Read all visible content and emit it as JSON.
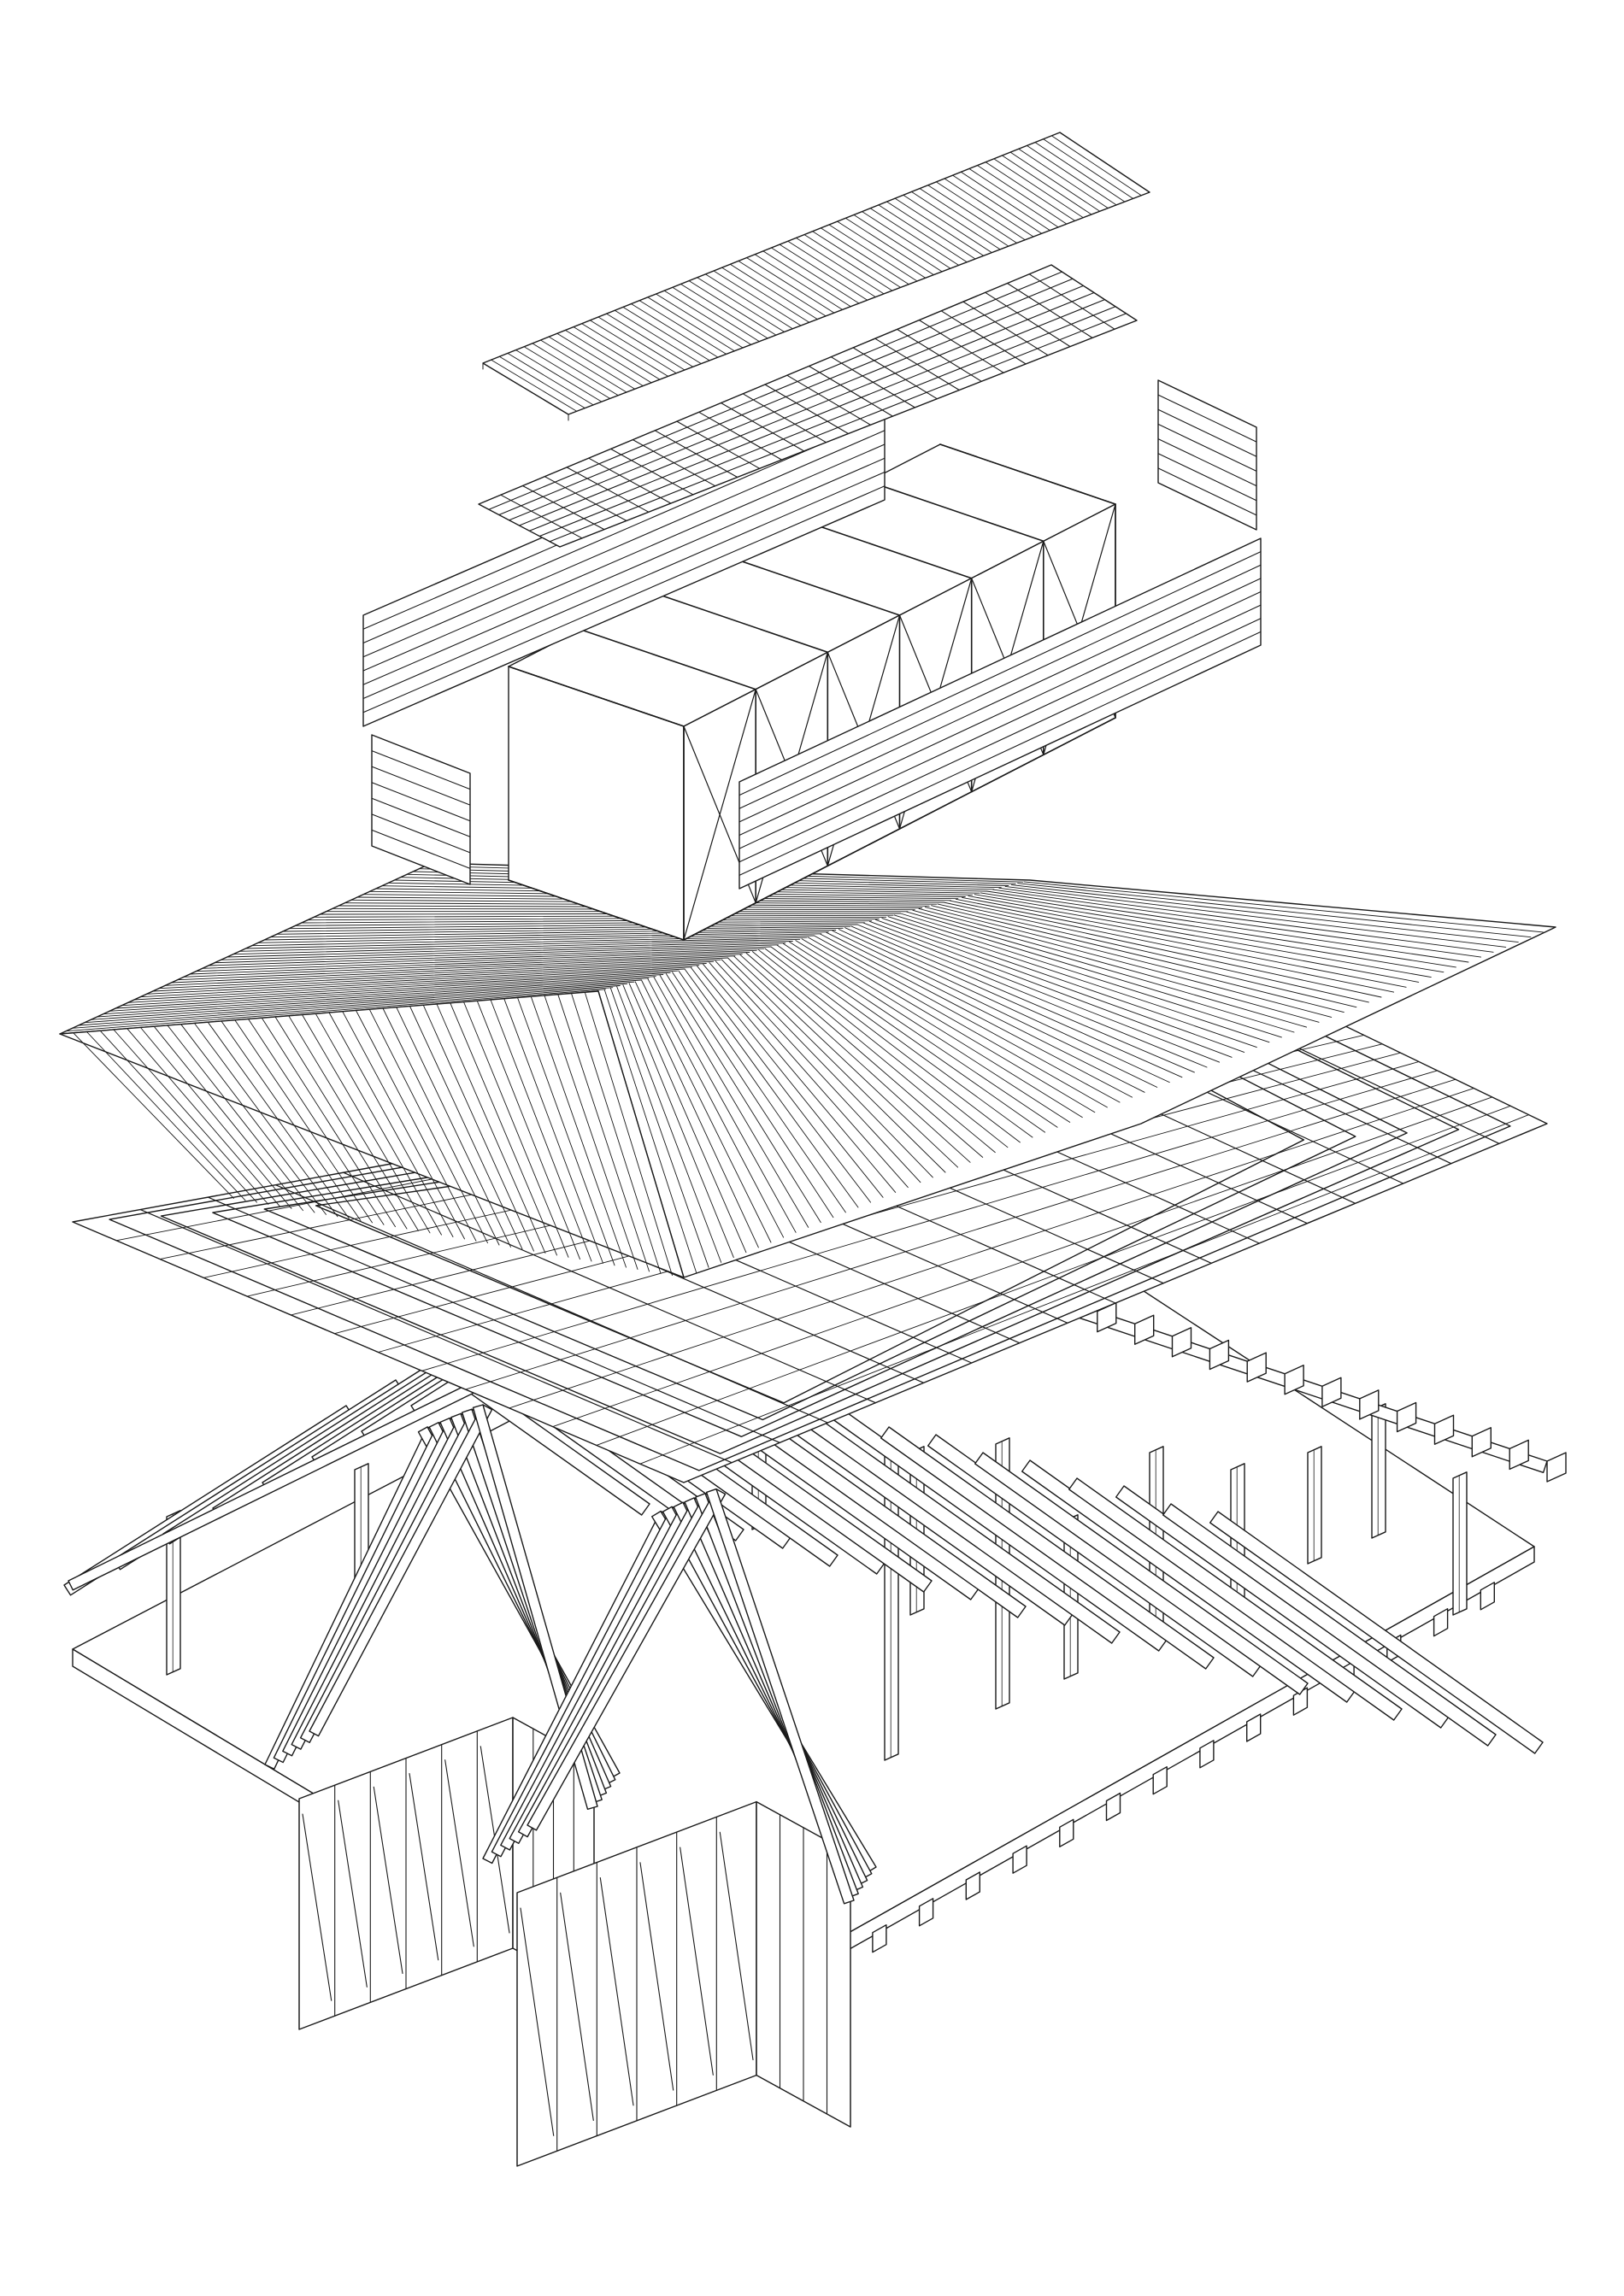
{
  "drawing": {
    "background": "#ffffff",
    "line_color": "#1a1a1a",
    "layers": [
      "upper-roof-sheeting",
      "upper-roof-purlins",
      "upper-side-cladding-left",
      "upper-side-cladding-right",
      "clerestory-timber-frame",
      "main-roof-sheeting",
      "main-roof-purlin-grid",
      "rafters-and-columns",
      "timber-pods",
      "floor-platform"
    ]
  }
}
